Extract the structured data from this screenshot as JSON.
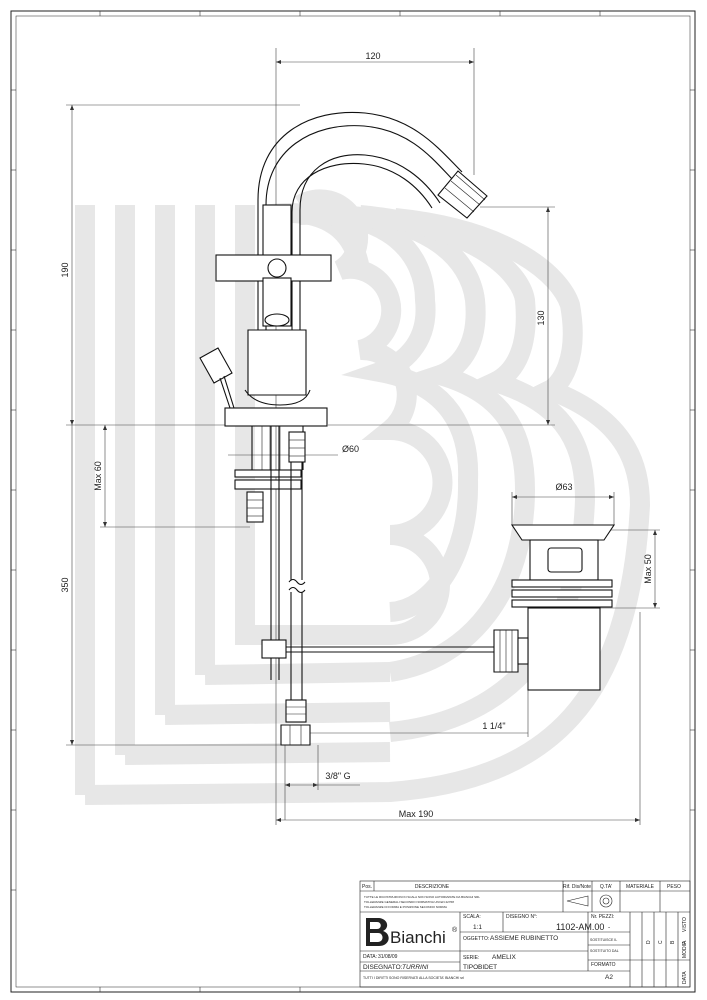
{
  "drawing": {
    "dimensions": {
      "width_120": "120",
      "height_190": "190",
      "height_130": "130",
      "dia_60": "Ø60",
      "max_60": "Max 60",
      "dia_63": "Ø63",
      "max_50": "Max 50",
      "height_350": "350",
      "pipe_1_1_4": "1 1/4\"",
      "thread_3_8": "3/8\" G",
      "max_190": "Max 190"
    }
  },
  "title_block": {
    "header": {
      "pos": "Pos.",
      "descrizione": "DESCRIZIONE",
      "rif": "Rif. Dis/Note",
      "qta": "Q.TA'",
      "materiale": "MATERIALE",
      "peso": "PESO"
    },
    "notice_lines": [
      "TUTTE LE RICOSTRUZIONI IN SCALA NON SONO AUTORIZZATE DA BIANCHI SRL",
      "TOLLERANZE GENERALI SECONDO NORMATIVA UNI EN 22768",
      "TOLLERANZE DI FORMA E POSIZIONE SECONDO NORMA"
    ],
    "scala_label": "SCALA:",
    "scala_value": "1:1",
    "disegno_label": "DISEGNO N°:",
    "disegno_value": "1102-AM.00",
    "pezzi_label": "Nr. PEZZI:",
    "pezzi_value": "-",
    "oggetto_label": "OGGETTO:",
    "oggetto_value": "ASSIEME RUBINETTO",
    "sostituisce_label": "SOSTITUISCE IL",
    "sostituito_label": "SOSTITUITO DAL",
    "serie_label": "SERIE:",
    "serie_value": "AMELIX",
    "formato_label": "FORMATO",
    "formato_value": "A2",
    "data_label": "DATA:",
    "data_value": "31/08/09",
    "disegnato_label": "DISEGNATO:",
    "disegnato_value": "TURRINI",
    "tipo_label": "TIPO:",
    "tipo_value": "BIDET",
    "copyright": "TUTTI I DIRITTI SONO RISERVATI ALLA SOCIETA' BIANCHI srl",
    "company": "Bianchi",
    "revisions": [
      "D",
      "C",
      "B",
      "A"
    ],
    "modif_label": "MODIF.",
    "visto_label": "VISTO",
    "data_col_label": "DATA"
  }
}
